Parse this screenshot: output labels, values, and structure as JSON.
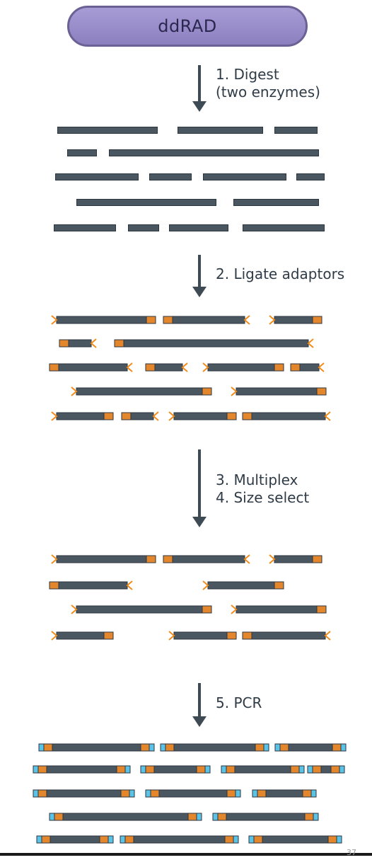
{
  "title": "ddRAD",
  "steps": {
    "digest": {
      "line1": "1. Digest",
      "line2": "(two enzymes)"
    },
    "ligate": {
      "line1": "2. Ligate adaptors"
    },
    "multiplex": {
      "line1": "3. Multiplex",
      "line2": "4. Size select"
    },
    "pcr": {
      "line1": "5. PCR"
    }
  },
  "footer": {
    "page_number": "37"
  },
  "colors": {
    "fragment": "#4a5660",
    "fragment_border": "#2c363f",
    "adaptor": "#e3862c",
    "overhang": "#f28c1a",
    "primer": "#5bc4e6",
    "arrow": "#3e4a54",
    "pill_fill": "#9b8fd0"
  }
}
